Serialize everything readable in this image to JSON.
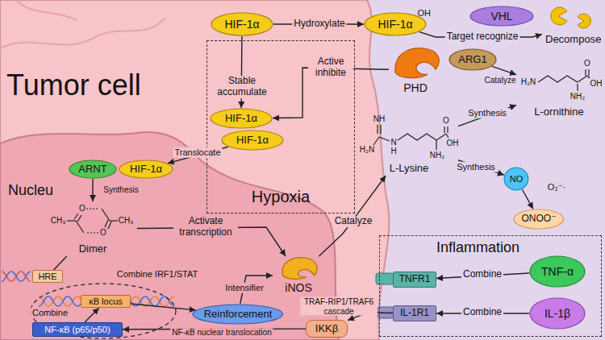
{
  "diagram": {
    "nodes": [
      {
        "text": [
          "HIF-1α"
        ]
      },
      {
        "text": [
          "HIF-1α",
          "OH"
        ]
      },
      {
        "text": [
          "VHL"
        ]
      },
      {
        "text": [
          "Decompose"
        ]
      },
      {
        "text": [
          "PHD"
        ]
      },
      {
        "text": [
          "Hypoxia"
        ]
      },
      {
        "text": [
          "HIF-1α"
        ],
        "in": 5
      },
      {
        "text": [
          "HIF-1α"
        ],
        "in": 5
      },
      {
        "text": [
          "ARNT"
        ]
      },
      {
        "text": [
          "HIF-1α"
        ]
      },
      {
        "text": [
          "Dimer"
        ]
      },
      {
        "text": [
          "HRE"
        ]
      },
      {
        "text": [
          "iNOS"
        ]
      },
      {
        "text": [
          "ARG1"
        ]
      },
      {
        "text": [
          "L-Lysine"
        ]
      },
      {
        "text": [
          "L-ornithine"
        ]
      },
      {
        "text": [
          "NO"
        ]
      },
      {
        "text": [
          "ONOO⁻"
        ]
      },
      {
        "text": [
          "Inflammation"
        ]
      },
      {
        "text": [
          "TNF-α"
        ],
        "in": 18
      },
      {
        "text": [
          "IL-1β"
        ],
        "in": 18
      },
      {
        "text": [
          "TNFR1"
        ],
        "in": 18
      },
      {
        "text": [
          "IL-1R1"
        ],
        "in": 18
      },
      {
        "text": [
          "IKKβ"
        ]
      },
      {
        "text": [
          "Reinforcement"
        ]
      },
      {
        "text": [
          "κB locus"
        ]
      },
      {
        "text": [
          "NF-κB (p65/p50)"
        ]
      }
    ],
    "edges": [
      {
        "from": 0,
        "to": 1,
        "arrow": "to",
        "label": "Hydroxylate"
      },
      {
        "from": 1,
        "to": 3,
        "arrow": "to",
        "label": "Target recognize"
      },
      {
        "from": 0,
        "to": 6,
        "arrow": "to",
        "label": "Stable accumulate"
      },
      {
        "from": 4,
        "to": 6,
        "arrow": "to",
        "label": "Active inhibite"
      },
      {
        "from": 7,
        "to": 9,
        "arrow": "to",
        "label": "Translocate"
      },
      {
        "from": 8,
        "to": 10,
        "arrow": "to",
        "label": "Synthesis"
      },
      {
        "from": 10,
        "to": 11,
        "arrow": "none"
      },
      {
        "from": 10,
        "to": 12,
        "arrow": "to",
        "label": "Activate transcription"
      },
      {
        "from": 12,
        "to": 14,
        "arrow": "to",
        "label": "Catalyze"
      },
      {
        "from": 13,
        "to": 15,
        "arrow": "to",
        "label": "Catalyze"
      },
      {
        "from": 14,
        "to": 15,
        "arrow": "to",
        "label": "Synthesis"
      },
      {
        "from": 14,
        "to": 16,
        "arrow": "to",
        "label": "Synthesis"
      },
      {
        "from": 16,
        "to": 17,
        "arrow": "to"
      },
      {
        "from": 19,
        "to": 21,
        "arrow": "to",
        "label": "Combine"
      },
      {
        "from": 20,
        "to": 22,
        "arrow": "to",
        "label": "Combine"
      },
      {
        "from": 22,
        "to": 23,
        "arrow": "to",
        "label": "TRAF-RIP1/TRAF6 cascade"
      },
      {
        "from": 23,
        "to": 26,
        "arrow": "to",
        "label": "NF-κB nuclear translocation"
      },
      {
        "from": 26,
        "to": 25,
        "arrow": "to",
        "label": "Combine"
      },
      {
        "from": 25,
        "to": 24,
        "arrow": "to",
        "label": "Combine IRF1/STAT"
      },
      {
        "from": 24,
        "to": 12,
        "arrow": "to",
        "label": "Intensifier"
      }
    ],
    "labels": [
      "Tumor cell",
      "Nucleu",
      "CH₃",
      "O",
      "O",
      "CH₃",
      "NH",
      "H₂N",
      "N",
      "H",
      "O",
      "OH",
      "NH₂",
      "H₂N",
      "O",
      "OH",
      "NH₂",
      "O₂⁻·"
    ]
  }
}
